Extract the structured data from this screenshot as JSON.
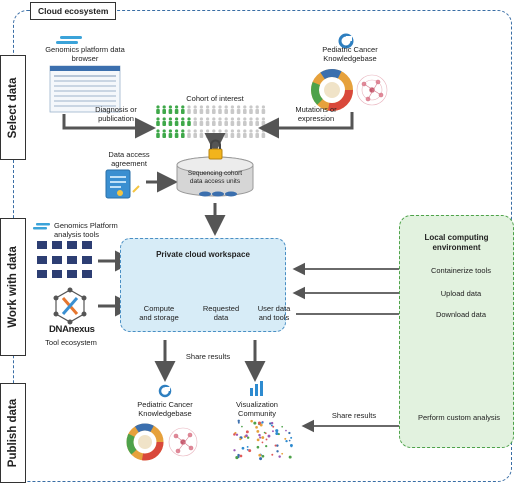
{
  "ecosystem": {
    "title": "Cloud ecosystem"
  },
  "sections": {
    "select": "Select data",
    "work": "Work with data",
    "publish": "Publish data"
  },
  "select": {
    "browser_title": "Genomics platform data browser",
    "pckb_title": "Pediatric Cancer Knowledgebase",
    "cohort_label": "Cohort of interest",
    "diagnosis_label": "Diagnosis or publication",
    "mutations_label": "Mutations or expression",
    "agreement_label": "Data access agreement",
    "units_label": "Sequencing cohort data access units"
  },
  "work": {
    "tools_title": "Genomics Platform analysis tools",
    "dnanexus": "DNAnexus",
    "tool_ecosystem": "Tool ecosystem",
    "workspace_title": "Private cloud workspace",
    "compute": "Compute and storage",
    "requested": "Requested data",
    "userdata": "User data and tools"
  },
  "local": {
    "title": "Local computing environment",
    "containerize": "Containerize tools",
    "upload": "Upload data",
    "download": "Download data",
    "perform": "Perform custom analysis"
  },
  "publish": {
    "share_left": "Share results",
    "share_right": "Share results",
    "pckb": "Pediatric Cancer Knowledgebase",
    "viz": "Visualization Community"
  },
  "colors": {
    "dashed_blue": "#3a6ea5",
    "workspace_fill": "#d7ecf7",
    "local_fill": "#e2f2df",
    "cohort_green": "#3fa84a",
    "arrow": "#555555"
  }
}
